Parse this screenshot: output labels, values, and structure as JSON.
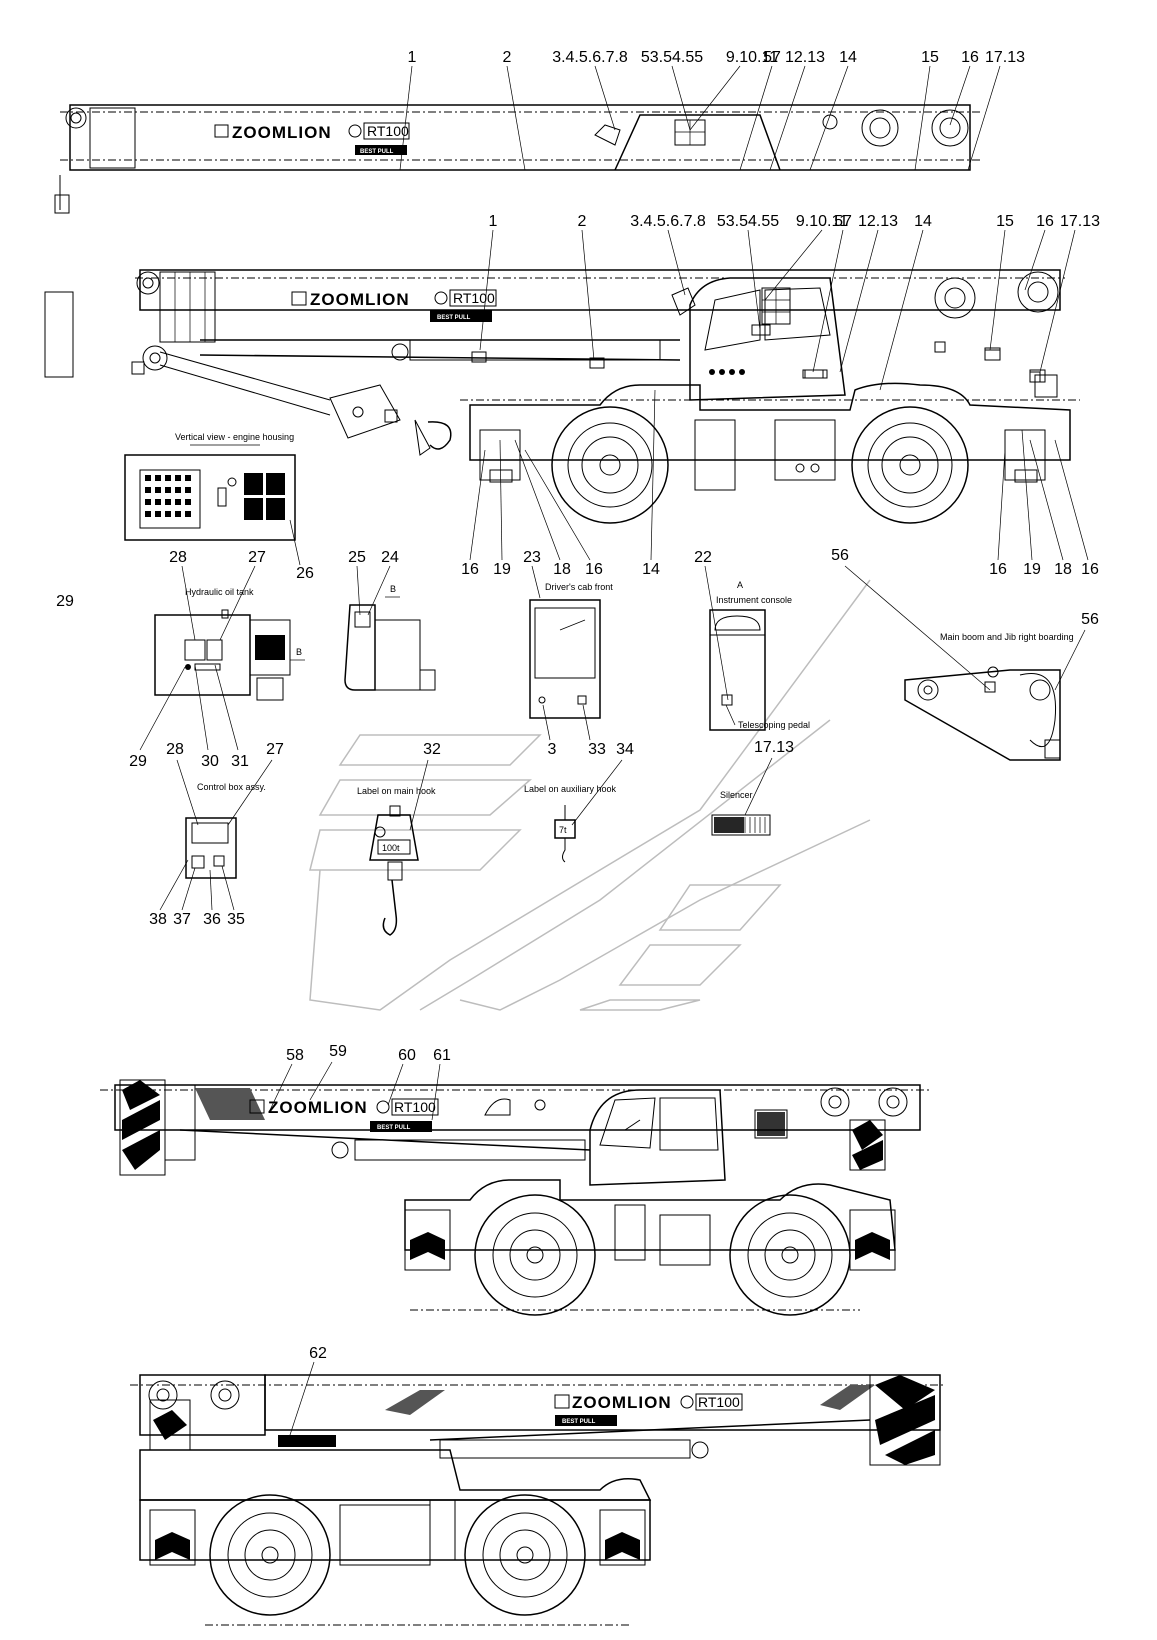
{
  "brand": "ZOOMLION",
  "model": "RT100",
  "warning_label": "BEST PULL",
  "top_view_callouts": [
    "1",
    "2",
    "3.4.5.6.7.8",
    "53.54.55",
    "9.10.11",
    "57",
    "12.13",
    "14",
    "15",
    "16",
    "17.13"
  ],
  "side_view_callouts_top": [
    "1",
    "2",
    "3.4.5.6.7.8",
    "53.54.55",
    "9.10.11",
    "57",
    "12.13",
    "14",
    "15",
    "16",
    "17.13"
  ],
  "side_view_callouts_bottom": [
    "16",
    "19",
    "18",
    "16",
    "14",
    "16",
    "19",
    "18",
    "16"
  ],
  "details": {
    "engine_housing": {
      "caption": "Vertical view - engine housing",
      "callout": "26"
    },
    "stray_callout": "29",
    "hydraulic_tank": {
      "caption": "Hydraulic oil tank",
      "callouts": [
        "28",
        "27",
        "29",
        "30",
        "31"
      ],
      "section_mark": "B"
    },
    "detail_b": {
      "callouts": [
        "25",
        "24"
      ],
      "section_mark": "B"
    },
    "drivers_cab": {
      "caption": "Driver's cab front",
      "callouts": [
        "23",
        "3",
        "33"
      ]
    },
    "instrument_console": {
      "caption": "Instrument console",
      "section_mark": "A",
      "callout": "22",
      "sub_caption": "Telescoping pedal"
    },
    "main_boom_jib": {
      "caption": "Main boom and Jib right boarding",
      "callouts": [
        "56",
        "56"
      ]
    },
    "control_box": {
      "caption": "Control box assy.",
      "callouts": [
        "28",
        "27",
        "38",
        "37",
        "36",
        "35"
      ]
    },
    "main_hook": {
      "caption": "Label on main hook",
      "callout": "32",
      "label": "100t"
    },
    "aux_hook": {
      "caption": "Label on auxiliary hook",
      "callout": "34",
      "label": "7t"
    },
    "silencer": {
      "caption": "Silencer",
      "callout": "17.13"
    }
  },
  "left_view_callouts": [
    "58",
    "59",
    "60",
    "61"
  ],
  "right_view_callouts": [
    "62"
  ],
  "colors": {
    "line": "#000000",
    "watermark": "#bdbdbd",
    "background": "#ffffff"
  }
}
